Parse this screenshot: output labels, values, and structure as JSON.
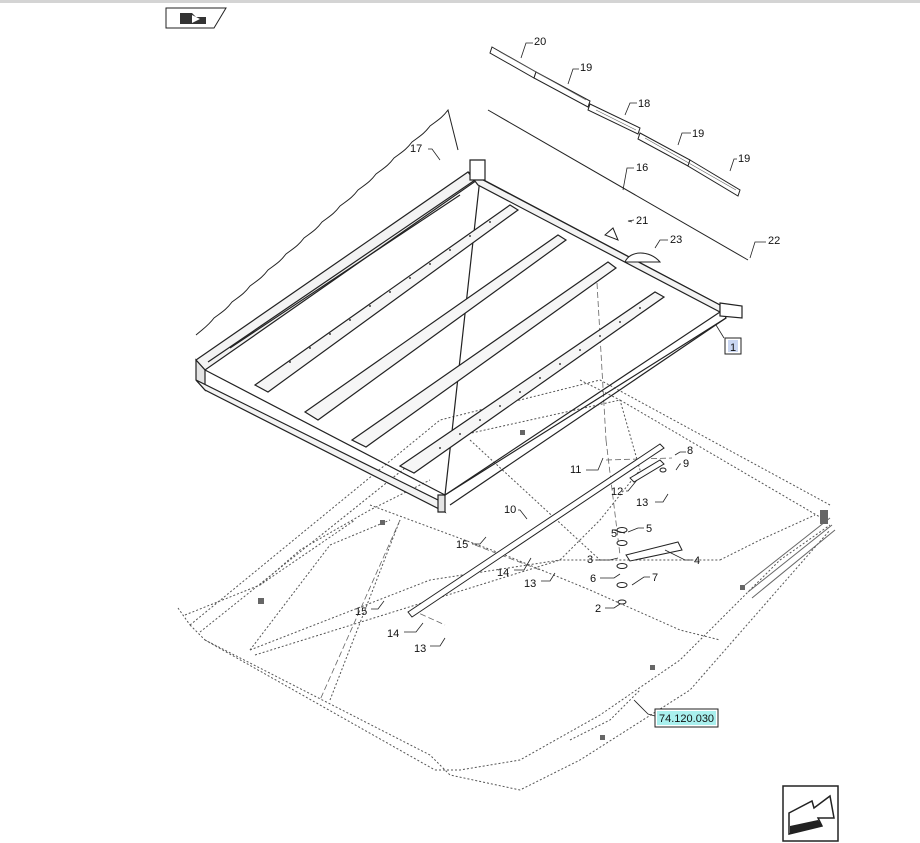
{
  "diagram": {
    "callouts": [
      "20",
      "19",
      "18",
      "19",
      "19",
      "17",
      "16",
      "21",
      "23",
      "22",
      "8",
      "9",
      "11",
      "12",
      "13",
      "10",
      "5",
      "5",
      "3",
      "4",
      "6",
      "7",
      "2",
      "15",
      "14",
      "13",
      "15",
      "14",
      "13"
    ],
    "item_box_label": "1",
    "ref_box_label": "74.120.030",
    "ref_box_color": "#a9f0ee",
    "item_box_color": "#c9d6f2"
  },
  "nav": {
    "prev_icon": "folder-back-icon",
    "next_icon": "next-page-arrow-icon"
  }
}
